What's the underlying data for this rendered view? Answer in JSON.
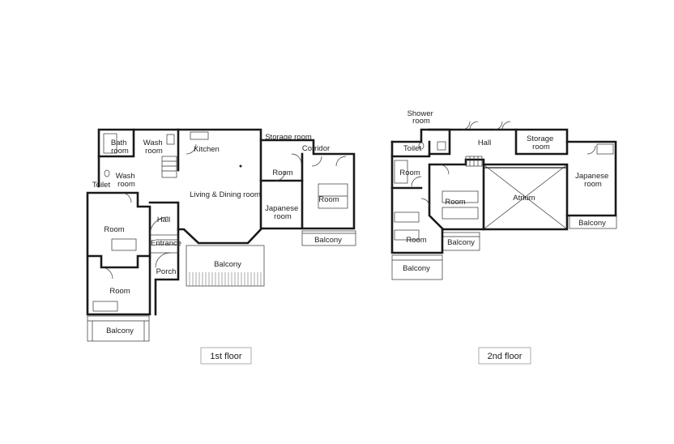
{
  "floors": {
    "first": {
      "caption": "1st floor",
      "rooms": {
        "bath_room": [
          "Bath",
          "room"
        ],
        "wash_room_upper": [
          "Wash",
          "room"
        ],
        "kitchen": "Kitchen",
        "storage_room": "Storage room",
        "corridor": "Corridor",
        "wash_room_lower": [
          "Wash",
          "room"
        ],
        "toilet": "Toilet",
        "living_dining": "Living & Dining room",
        "room_east_small": "Room",
        "room_east_large": "Room",
        "japanese_room": [
          "Japanese",
          "room"
        ],
        "room_west_upper": "Room",
        "hall": "Hall",
        "entrance": "Entrance",
        "porch": "Porch",
        "room_west_lower": "Room",
        "balcony_center": "Balcony",
        "balcony_east": "Balcony",
        "balcony_south": "Balcony"
      }
    },
    "second": {
      "caption": "2nd floor",
      "rooms": {
        "shower_room": [
          "Shower",
          "room"
        ],
        "hall": "Hall",
        "storage_room": [
          "Storage",
          "room"
        ],
        "toilet": "Toilet",
        "room_upper": "Room",
        "japanese_room": [
          "Japanese",
          "room"
        ],
        "room_middle": "Room",
        "atrium": "Atrium",
        "room_lower": "Room",
        "balcony_center": "Balcony",
        "balcony_east": "Balcony",
        "balcony_south": "Balcony"
      }
    }
  }
}
